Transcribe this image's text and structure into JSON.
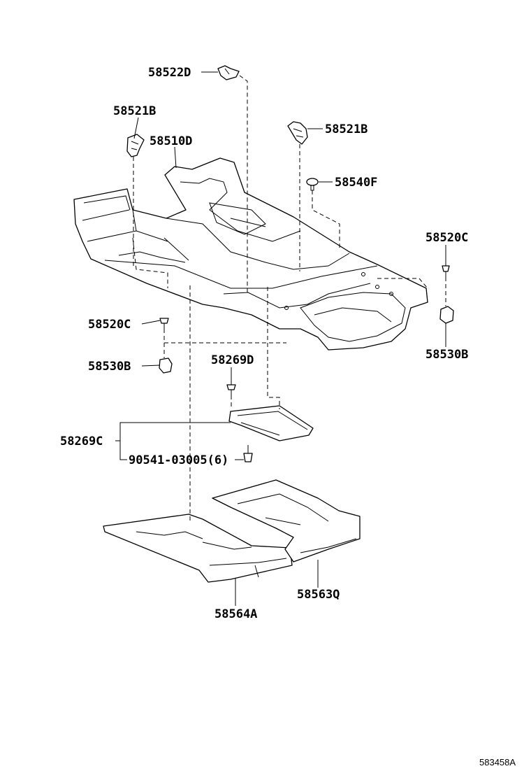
{
  "labels": {
    "p58522D": "58522D",
    "p58521B_left": "58521B",
    "p58510D": "58510D",
    "p58521B_right": "58521B",
    "p58540F": "58540F",
    "p58520C_right": "58520C",
    "p58520C_left": "58520C",
    "p58530B_right": "58530B",
    "p58530B_left": "58530B",
    "p58269D": "58269D",
    "p58269C": "58269C",
    "p90541": "90541-03005(6)",
    "p58563Q": "58563Q",
    "p58564A": "58564A"
  },
  "reference_code": "583458A"
}
